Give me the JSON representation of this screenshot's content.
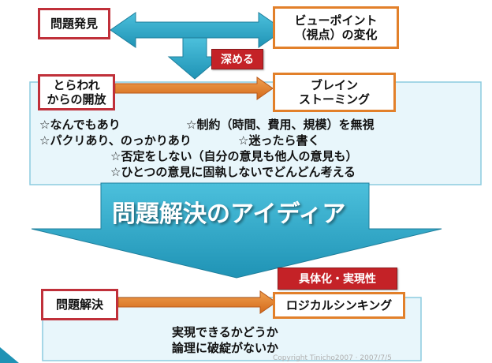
{
  "boxes": {
    "problem_discovery": "問題発見",
    "viewpoint_line1": "ビューポイント",
    "viewpoint_line2": "（視点）の変化",
    "release_line1": "とらわれ",
    "release_line2": "からの開放",
    "brainstorm_line1": "ブレイン",
    "brainstorm_line2": "ストーミング",
    "problem_solving": "問題解決",
    "logical_thinking": "ロジカルシンキング"
  },
  "tags": {
    "deepen": "深める",
    "concrete": "具体化・実現性"
  },
  "bullets": [
    "☆なんでもあり",
    "☆制約（時間、費用、規模）を無視",
    "☆パクリあり、のっかりあり",
    "☆迷ったら書く",
    "☆否定をしない（自分の意見も他人の意見も）",
    "☆ひとつの意見に固執しないでどんどん考える"
  ],
  "big_arrow_label": "問題解決のアイディア",
  "bottom_lines": [
    "実現できるかどうか",
    "論理に破綻がないか"
  ],
  "copyright": "Copyright Tinicho2007 · 2007/7/5",
  "colors": {
    "teal": "#2aa6c4",
    "light_panel": "#e8f6fb",
    "red_border": "#c0303a",
    "orange": "#e2802a",
    "tag_red": "#c42227"
  }
}
